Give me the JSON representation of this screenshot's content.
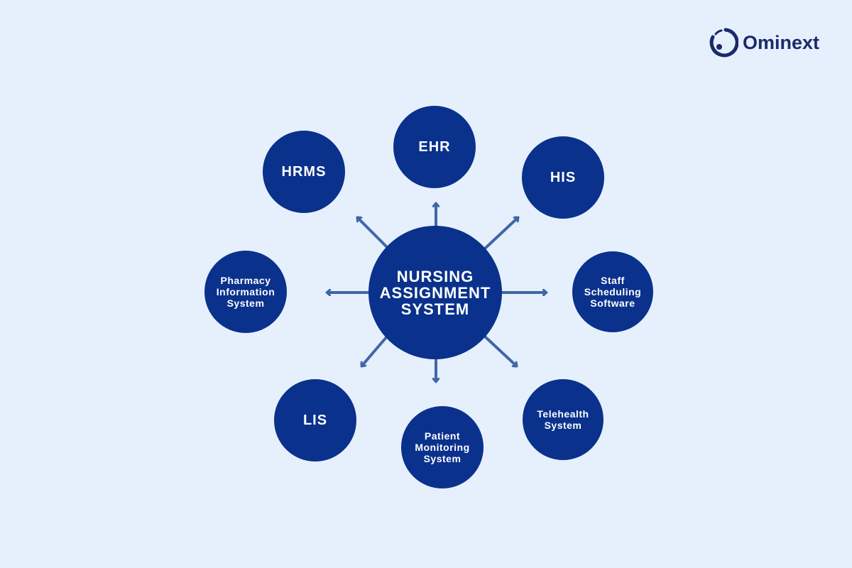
{
  "brand": {
    "name": "Ominext"
  },
  "colors": {
    "background": "#e6f0fd",
    "node": "#0a318c",
    "arrow": "#3f67a6",
    "logo": "#1b2a6b"
  },
  "center": {
    "label": "NURSING\nASSIGNMENT\nSYSTEM"
  },
  "systems": [
    {
      "id": "ehr",
      "label": "EHR"
    },
    {
      "id": "his",
      "label": "HIS"
    },
    {
      "id": "hrms",
      "label": "HRMS"
    },
    {
      "id": "pharmacy",
      "label": "Pharmacy\nInformation\nSystem"
    },
    {
      "id": "staff-scheduling",
      "label": "Staff\nScheduling\nSoftware"
    },
    {
      "id": "lis",
      "label": "LIS"
    },
    {
      "id": "patient-monitoring",
      "label": "Patient\nMonitoring\nSystem"
    },
    {
      "id": "telehealth",
      "label": "Telehealth\nSystem"
    }
  ]
}
